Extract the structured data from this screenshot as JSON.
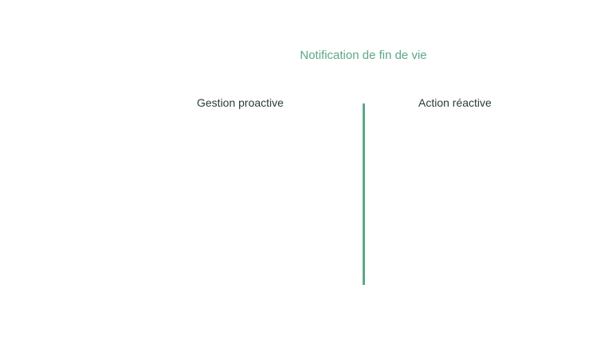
{
  "diagram": {
    "title": "Notification de fin de vie",
    "left_column": {
      "label": "Gestion proactive"
    },
    "right_column": {
      "label": "Action réactive"
    },
    "colors": {
      "accent": "#5aa886",
      "text": "#2b3a3a",
      "background": "#ffffff"
    }
  }
}
